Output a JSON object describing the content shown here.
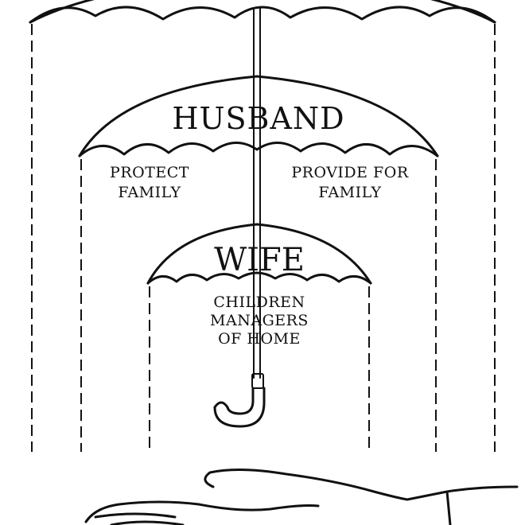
{
  "husband": {
    "title": "HUSBAND",
    "left_line1": "PROTECT",
    "left_line2": "FAMILY",
    "right_line1": "PROVIDE FOR",
    "right_line2": "FAMILY"
  },
  "wife": {
    "title": "WIFE",
    "line1": "CHILDREN",
    "line2": "MANAGERS",
    "line3": "OF HOME"
  }
}
